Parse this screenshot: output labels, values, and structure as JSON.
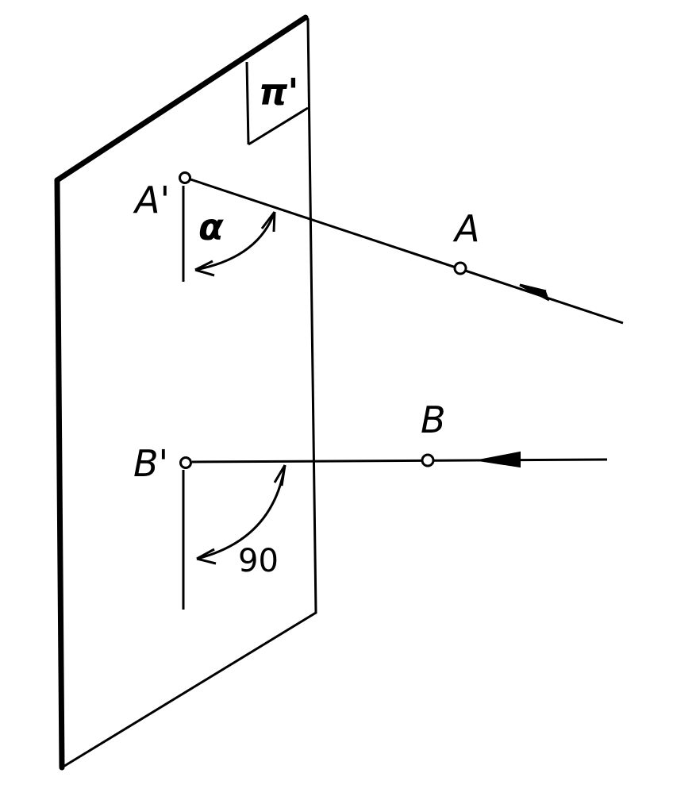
{
  "labels": {
    "plane": "π'",
    "point_a": "A",
    "point_a_proj": "A'",
    "point_b": "B",
    "point_b_proj": "B'",
    "angle_alpha": "α",
    "angle_90": "90"
  },
  "colors": {
    "ink": "#000000",
    "paper": "#ffffff"
  }
}
